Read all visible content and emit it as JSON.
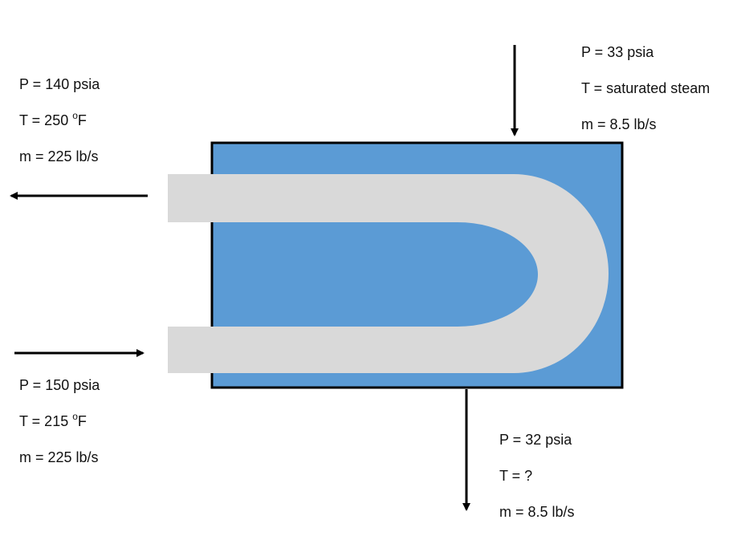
{
  "colors": {
    "shell_fill": "#5b9bd5",
    "shell_border": "#000000",
    "tube_fill": "#d9d9d9",
    "arrow": "#000000",
    "text": "#111111"
  },
  "streams": {
    "tube_out": {
      "pressure": "P = 140 psia",
      "temperature_prefix": "T = 250 ",
      "temperature_degree": "o",
      "temperature_unit": "F",
      "mass_flow": "m = 225 lb/s"
    },
    "tube_in": {
      "pressure": "P = 150 psia",
      "temperature_prefix": "T = 215 ",
      "temperature_degree": "o",
      "temperature_unit": "F",
      "mass_flow": "m = 225 lb/s"
    },
    "steam_in": {
      "pressure": "P = 33 psia",
      "temperature": "T = saturated steam",
      "mass_flow": "m = 8.5 lb/s"
    },
    "condensate_out": {
      "pressure": "P = 32 psia",
      "temperature": "T = ?",
      "mass_flow": "m = 8.5 lb/s"
    }
  }
}
